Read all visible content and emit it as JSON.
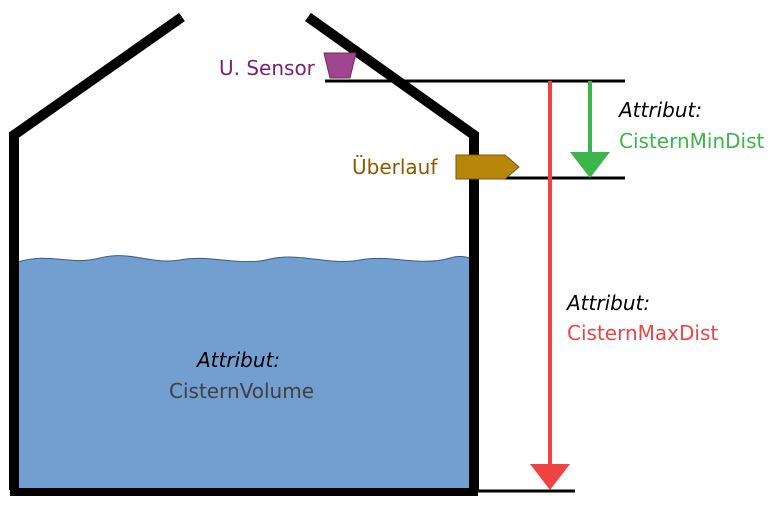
{
  "labels": {
    "sensor": "U. Sensor",
    "overflow": "Überlauf",
    "attr_word": "Attribut:",
    "min_dist": "CisternMinDist",
    "max_dist": "CisternMaxDist",
    "volume": "CisternVolume"
  },
  "colors": {
    "outline": "#000000",
    "water": "#729fcf",
    "sensor": "#a0468e",
    "sensor_text": "#7a1f74",
    "overflow": "#b8860b",
    "overflow_text": "#8a5a00",
    "min_arrow": "#3cb64a",
    "max_arrow": "#f04444",
    "volume_text": "#404040"
  }
}
